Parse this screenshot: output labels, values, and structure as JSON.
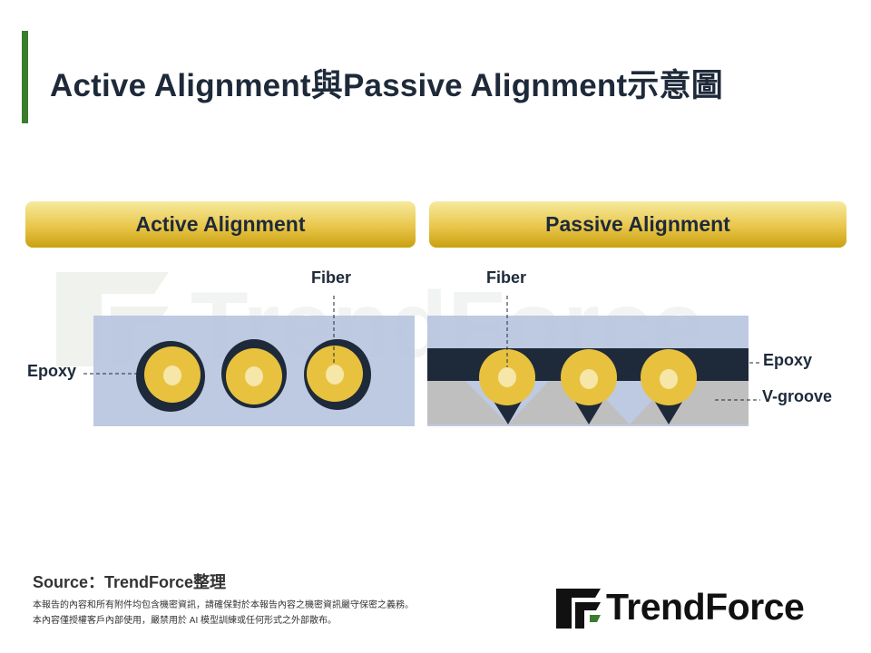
{
  "title": "Active Alignment與Passive Alignment示意圖",
  "watermark_text": "TrendForce",
  "panels": {
    "active": {
      "header": "Active Alignment",
      "fiber_label": "Fiber",
      "epoxy_label": "Epoxy"
    },
    "passive": {
      "header": "Passive Alignment",
      "fiber_label": "Fiber",
      "epoxy_label": "Epoxy",
      "vgroove_label": "V-groove"
    }
  },
  "footer": {
    "source": "Source：TrendForce整理",
    "disclaimer_1": "本報告的內容和所有附件均包含機密資訊，請確保對於本報告內容之機密資訊嚴守保密之義務。",
    "disclaimer_2": "本內容僅授權客戶內部使用，嚴禁用於 AI 模型訓練或任何形式之外部散布。"
  },
  "logo": {
    "text": "TrendForce"
  },
  "colors": {
    "accent_green": "#3a7d2c",
    "title_navy": "#1e2a3a",
    "substrate_blue": "#b7c5e0",
    "fiber_yellow": "#e8c23e",
    "fiber_core": "#f6e6a8",
    "epoxy_dark": "#1e2a3a",
    "vgroove_gray": "#bfbfbf",
    "header_gold": "#e9c64a"
  }
}
